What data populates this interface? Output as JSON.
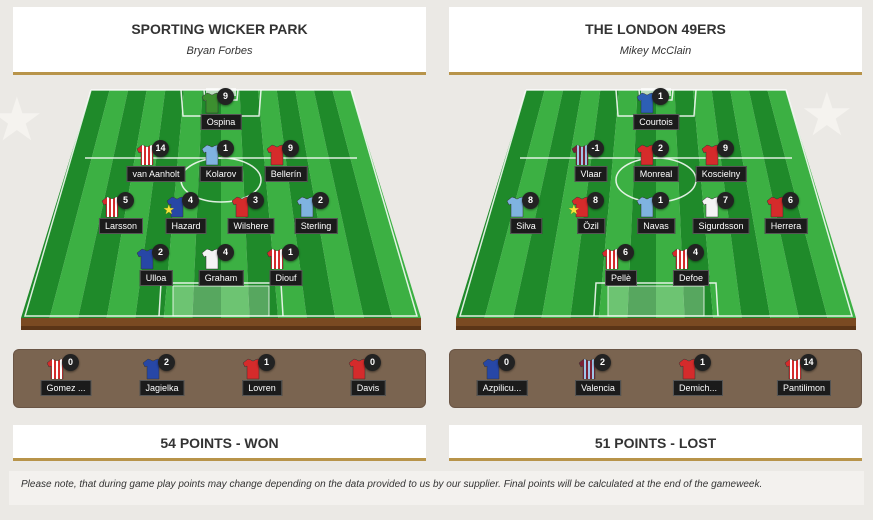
{
  "colors": {
    "accent": "#b8944a",
    "pitch_light": "#3cb043",
    "pitch_dark": "#1f8a2a",
    "bench": "#7a6450",
    "badge": "#222222"
  },
  "teams": [
    {
      "name": "SPORTING WICKER PARK",
      "manager": "Bryan Forbes",
      "result": "54 POINTS - WON",
      "players": [
        {
          "name": "Ospina",
          "points": "9",
          "kit": "gk-green"
        },
        {
          "name": "van Aanholt",
          "points": "14",
          "kit": "red-white-stripes"
        },
        {
          "name": "Kolarov",
          "points": "1",
          "kit": "sky-blue"
        },
        {
          "name": "Bellerín",
          "points": "9",
          "kit": "red"
        },
        {
          "name": "Larsson",
          "points": "5",
          "kit": "red-white-stripes"
        },
        {
          "name": "Hazard",
          "points": "4",
          "kit": "blue",
          "captain": true
        },
        {
          "name": "Wilshere",
          "points": "3",
          "kit": "red"
        },
        {
          "name": "Sterling",
          "points": "2",
          "kit": "sky-blue"
        },
        {
          "name": "Ulloa",
          "points": "2",
          "kit": "blue"
        },
        {
          "name": "Graham",
          "points": "4",
          "kit": "white"
        },
        {
          "name": "Diouf",
          "points": "1",
          "kit": "red-white-stripes"
        }
      ],
      "bench": [
        {
          "name": "Gomez ...",
          "points": "0",
          "kit": "red-white-stripes"
        },
        {
          "name": "Jagielka",
          "points": "2",
          "kit": "blue"
        },
        {
          "name": "Lovren",
          "points": "1",
          "kit": "red"
        },
        {
          "name": "Davis",
          "points": "0",
          "kit": "red"
        }
      ]
    },
    {
      "name": "THE LONDON 49ERS",
      "manager": "Mikey McClain",
      "result": "51 POINTS - LOST",
      "players": [
        {
          "name": "Courtois",
          "points": "1",
          "kit": "gk-blue"
        },
        {
          "name": "Vlaar",
          "points": "-1",
          "kit": "claret"
        },
        {
          "name": "Monreal",
          "points": "2",
          "kit": "red"
        },
        {
          "name": "Koscielny",
          "points": "9",
          "kit": "red"
        },
        {
          "name": "Silva",
          "points": "8",
          "kit": "sky-blue"
        },
        {
          "name": "Özil",
          "points": "8",
          "kit": "red",
          "captain": true
        },
        {
          "name": "Navas",
          "points": "1",
          "kit": "sky-blue"
        },
        {
          "name": "Sigurdsson",
          "points": "7",
          "kit": "white"
        },
        {
          "name": "Herrera",
          "points": "6",
          "kit": "red"
        },
        {
          "name": "Pellè",
          "points": "6",
          "kit": "red-white-stripes"
        },
        {
          "name": "Defoe",
          "points": "4",
          "kit": "red-white-stripes"
        }
      ],
      "bench": [
        {
          "name": "Azpilicu...",
          "points": "0",
          "kit": "blue"
        },
        {
          "name": "Valencia",
          "points": "2",
          "kit": "claret"
        },
        {
          "name": "Demich...",
          "points": "1",
          "kit": "red"
        },
        {
          "name": "Pantilimon",
          "points": "14",
          "kit": "red-white-stripes"
        }
      ]
    }
  ],
  "note": "Please note, that during game play points may change depending on the data provided to us by our supplier. Final points will be calculated at the end of the gameweek."
}
